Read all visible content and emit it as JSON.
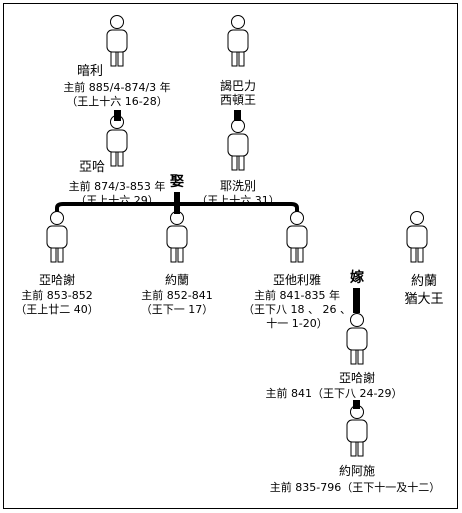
{
  "persons": {
    "omri": {
      "name": "暗利",
      "reign": "主前 885/4-874/3 年",
      "ref": "（王上十六 16-28）"
    },
    "ethbaal": {
      "line1": "謁巴力",
      "line2": "西頓王"
    },
    "ahab": {
      "name": "亞哈",
      "reign": "主前 874/3-853 年",
      "ref": "（王上十六 29）"
    },
    "jezebel": {
      "name": "耶洗別",
      "ref": "（王上十六 31）"
    },
    "ahaziah_israel": {
      "name": "亞哈謝",
      "reign": "主前 853-852",
      "ref": "（王上廿二 40）"
    },
    "joram_israel": {
      "name": "約蘭",
      "reign": "主前 852-841",
      "ref": "（王下一 17）"
    },
    "athaliah": {
      "name": "亞他利雅",
      "reign": "主前 841-835 年",
      "ref_line1": "（王下八 18 、 26 、",
      "ref_line2": "十一 1-20）"
    },
    "jehoram_judah": {
      "line1": "約蘭",
      "line2": "猶大王"
    },
    "ahaziah_judah": {
      "name": "亞哈謝",
      "reign_ref": "主前 841（王下八 24-29）"
    },
    "joash": {
      "name": "約阿施",
      "reign_ref": "主前 835-796（王下十一及十二）"
    }
  },
  "markers": {
    "married": "娶",
    "married_off": "嫁"
  }
}
